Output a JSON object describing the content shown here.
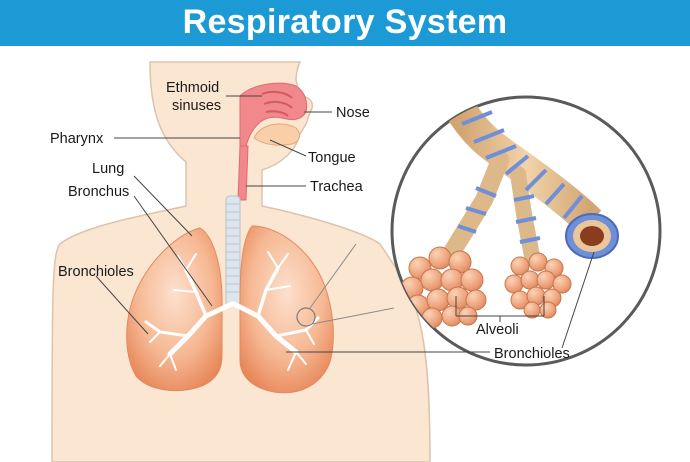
{
  "title": "Respiratory System",
  "labels": {
    "ethmoid_1": "Ethmoid",
    "ethmoid_2": "sinuses",
    "nose": "Nose",
    "pharynx": "Pharynx",
    "tongue": "Tongue",
    "lung": "Lung",
    "trachea": "Trachea",
    "bronchus": "Bronchus",
    "bronchioles_left": "Bronchioles",
    "alveoli": "Alveoli",
    "bronchioles_right": "Bronchioles"
  },
  "colors": {
    "banner": "#1c9ad6",
    "skin": "#fbe6d2",
    "body_outline": "#dcc3ad",
    "lung": "#f2a77d",
    "nasal_cavity": "#f0888c",
    "trachea": "#dde6ec",
    "bronchial_tree": "#ffffff",
    "alveoli": "#e9a074",
    "bronchiole_tube": "#ddb888",
    "cartilage_ring": "#6f8fd8"
  }
}
